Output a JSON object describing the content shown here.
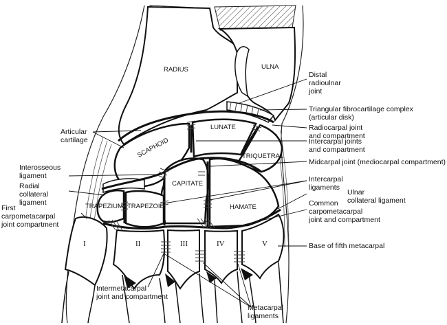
{
  "bones": {
    "radius": "RADIUS",
    "ulna": "ULNA",
    "lunate": "LUNATE",
    "scaphoid": "SCAPHOID",
    "triquetral": "TRIQUETRAL",
    "capitate": "CAPITATE",
    "hamate": "HAMATE",
    "trapezium": "TRAPEZIUM",
    "trapezoid": "TRAPEZOID"
  },
  "metacarpals": [
    "I",
    "II",
    "III",
    "IV",
    "V"
  ],
  "labels": {
    "distal_radioulnar_joint": "Distal\nradioulnar\njoint",
    "tfcc": "Triangular fibrocartilage complex\n(articular disk)",
    "radiocarpal_joint": "Radiocarpal joint\nand compartment",
    "intercarpal_joints": "Intercarpal joints\nand compartment",
    "midcarpal_joint": "Midcarpal joint (mediocarpal compartment)",
    "intercarpal_ligaments": "Intercarpal\nligaments",
    "ulnar_collateral_ligament": "Ulnar\ncollateral ligament",
    "common_carpometacarpal": "Common\ncarpometacarpal\njoint and compartment",
    "base_fifth_metacarpal": "Base of fifth metacarpal",
    "articular_cartilage": "Articular\ncartilage",
    "interosseous_ligament": "Interosseous\nligament",
    "radial_collateral_ligament": "Radial\ncollateral\nligament",
    "first_carpometacarpal": "First\ncarpometacarpal\njoint compartment",
    "intermetacarpal_joint": "Intermetacarpal\njoint and compartment",
    "metacarpal_ligaments": "Metacarpal\nligaments"
  }
}
